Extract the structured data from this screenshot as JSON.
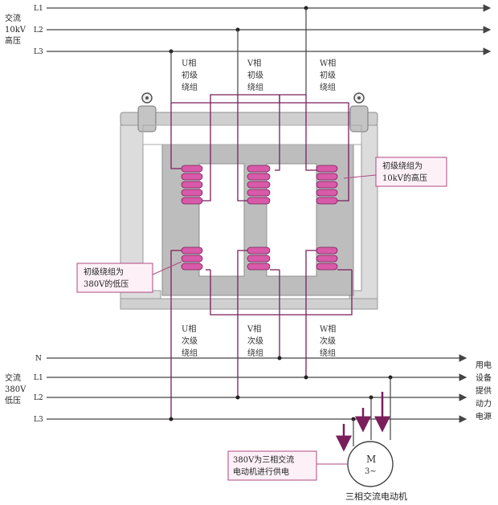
{
  "colors": {
    "bus": "#444444",
    "wire": "#7a1f5c",
    "core": "#bdbdbd",
    "core_stroke": "#8f8f8f",
    "frame": "#d6d6d6",
    "coil": "#d85aa8",
    "coil_stroke": "#7a1f5c",
    "box_border": "#b0477f",
    "box_fill": "#fdf1f7"
  },
  "hv": {
    "label_lines": [
      "交流",
      "10kV",
      "高压"
    ],
    "buses": [
      "L1",
      "L2",
      "L3"
    ]
  },
  "lv": {
    "label_lines": [
      "交流",
      "380V",
      "低压"
    ],
    "buses": [
      "N",
      "L1",
      "L2",
      "L3"
    ]
  },
  "primary_windings": [
    {
      "lines": [
        "U相",
        "初级",
        "绕组"
      ]
    },
    {
      "lines": [
        "V相",
        "初级",
        "绕组"
      ]
    },
    {
      "lines": [
        "W相",
        "初级",
        "绕组"
      ]
    }
  ],
  "secondary_windings": [
    {
      "lines": [
        "U相",
        "次级",
        "绕组"
      ]
    },
    {
      "lines": [
        "V相",
        "次级",
        "绕组"
      ]
    },
    {
      "lines": [
        "W相",
        "次级",
        "绕组"
      ]
    }
  ],
  "callouts": {
    "primary": [
      "初级绕组为",
      "10kV的高压"
    ],
    "secondary": [
      "初级绕组为",
      "380V的低压"
    ],
    "motor_supply": [
      "380V为三相交流",
      "电动机进行供电"
    ]
  },
  "right_side_label": [
    "用电",
    "设备",
    "提供",
    "动力",
    "电源"
  ],
  "motor": {
    "symbol": "M",
    "phase": "3~",
    "caption": "三相交流电动机"
  }
}
